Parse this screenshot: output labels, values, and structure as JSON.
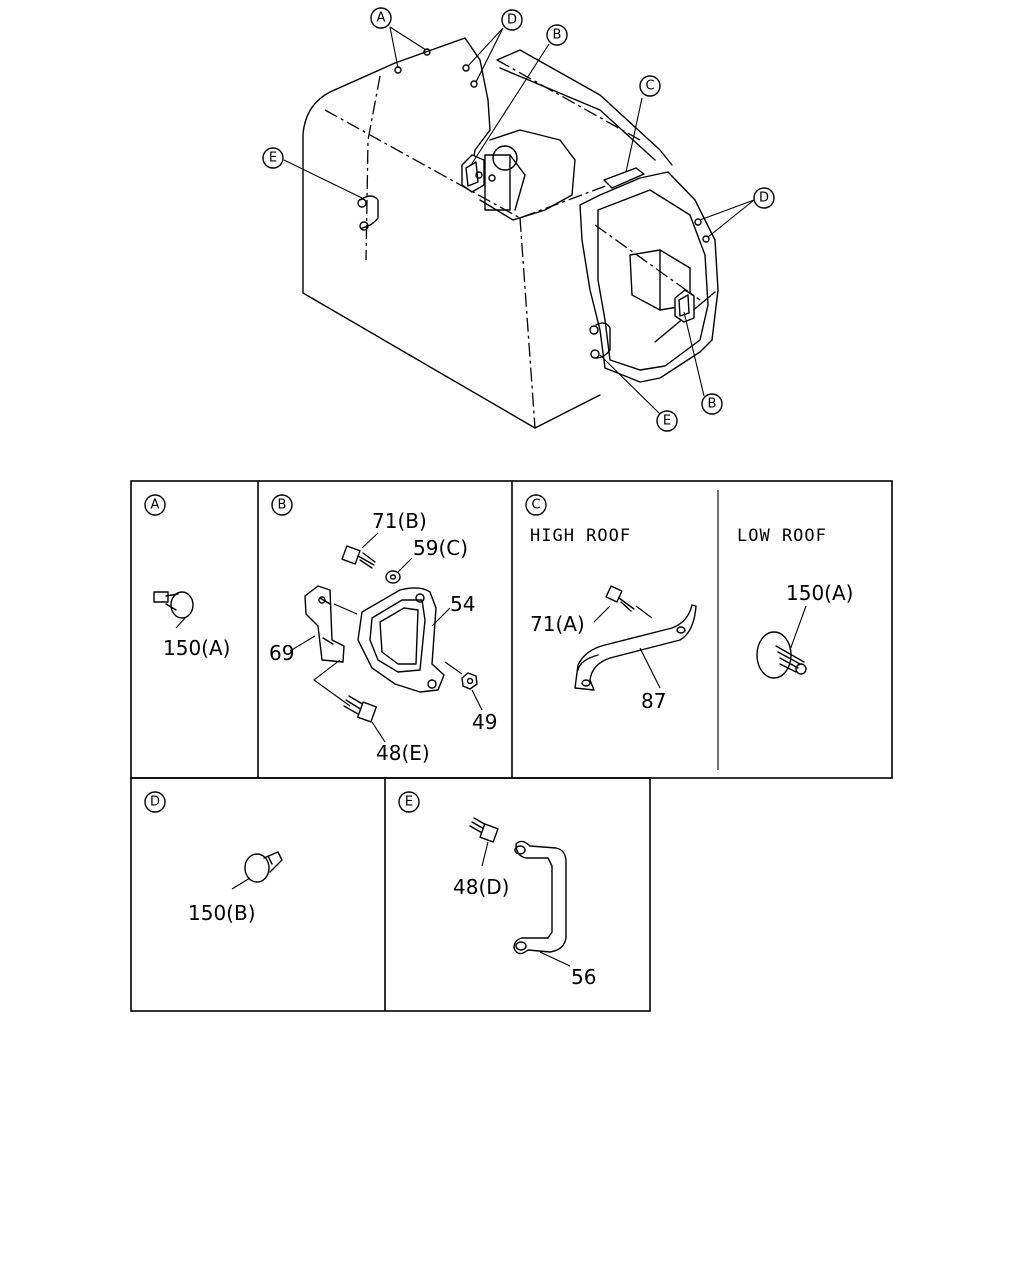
{
  "callouts": {
    "A": "A",
    "B": "B",
    "C": "C",
    "D": "D",
    "E": "E"
  },
  "panels": {
    "a": {
      "letter": "A",
      "labels": {
        "p150a": "150(A)"
      }
    },
    "b": {
      "letter": "B",
      "labels": {
        "p71b": "71(B)",
        "p59c": "59(C)",
        "p54": "54",
        "p69": "69",
        "p49": "49",
        "p48e": "48(E)"
      }
    },
    "c": {
      "letter": "C",
      "high_roof": "HIGH ROOF",
      "low_roof": "LOW ROOF",
      "labels": {
        "p71a": "71(A)",
        "p87": "87",
        "p150a": "150(A)"
      }
    },
    "d": {
      "letter": "D",
      "labels": {
        "p150b": "150(B)"
      }
    },
    "e": {
      "letter": "E",
      "labels": {
        "p48d": "48(D)",
        "p56": "56"
      }
    }
  }
}
